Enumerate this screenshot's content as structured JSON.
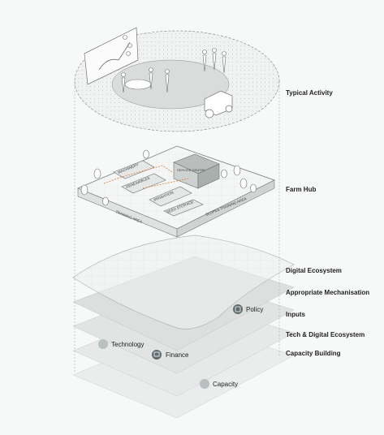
{
  "layers": [
    {
      "id": "typical_activity",
      "label": "Typical Activity"
    },
    {
      "id": "farm_hub",
      "label": "Farm Hub"
    },
    {
      "id": "digital_ecosystem",
      "label": "Digital Ecosystem"
    },
    {
      "id": "appropriate_mechanisation",
      "label": "Appropriate Mechanisation"
    },
    {
      "id": "inputs",
      "label": "Inputs"
    },
    {
      "id": "tech_digital_ecosystem",
      "label": "Tech & Digital Ecosystem"
    },
    {
      "id": "capacity_building",
      "label": "Capacity Building"
    }
  ],
  "markers": {
    "policy": "Policy",
    "technology": "Technology",
    "finance": "Finance",
    "capacity": "Capacity"
  },
  "farm_hub_zones": {
    "machinery": "MACHINERY",
    "renewables": "RENEWABLES",
    "irrigation": "IRRIGATION",
    "seed_storage": "SEED STORAGE",
    "service_centre": "SERVICE CENTRE",
    "training_area": "TRAINING AREA",
    "slopes_training_area": "SLOPES TRAINING AREA"
  },
  "colors": {
    "line": "#7a7f7f",
    "layer_light": "#e9ebea",
    "layer_mid": "#dcdfde",
    "layer_dark": "#cfd3d2",
    "marker_dark": "#5f6b6e",
    "marker_light": "#b9c0c2",
    "accent_orange": "#e08a4a"
  }
}
